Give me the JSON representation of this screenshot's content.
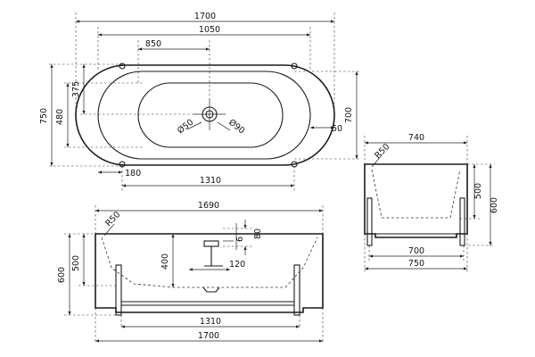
{
  "top_view": {
    "overall_length": "1700",
    "inner_length": "1050",
    "drain_offset": "850",
    "overall_width": "750",
    "inner_width": "480",
    "drain_to_edge": "375",
    "rim_width": "700",
    "rim_offset": "50",
    "drain_diameter": "Ø50",
    "overflow_diameter": "Ø90",
    "foot_offset": "180",
    "foot_spacing": "1310"
  },
  "front_view": {
    "top_length": "1690",
    "corner_radius": "R50",
    "overall_height": "600",
    "inner_height": "500",
    "overflow_height": "400",
    "overflow_width": "80",
    "overflow_to_drain": "120",
    "foot_spacing": "1310",
    "overall_length": "1700"
  },
  "side_view": {
    "top_width": "740",
    "corner_radius": "R50",
    "inner_height": "500",
    "overall_height": "600",
    "foot_spacing": "700",
    "base_width": "750"
  }
}
